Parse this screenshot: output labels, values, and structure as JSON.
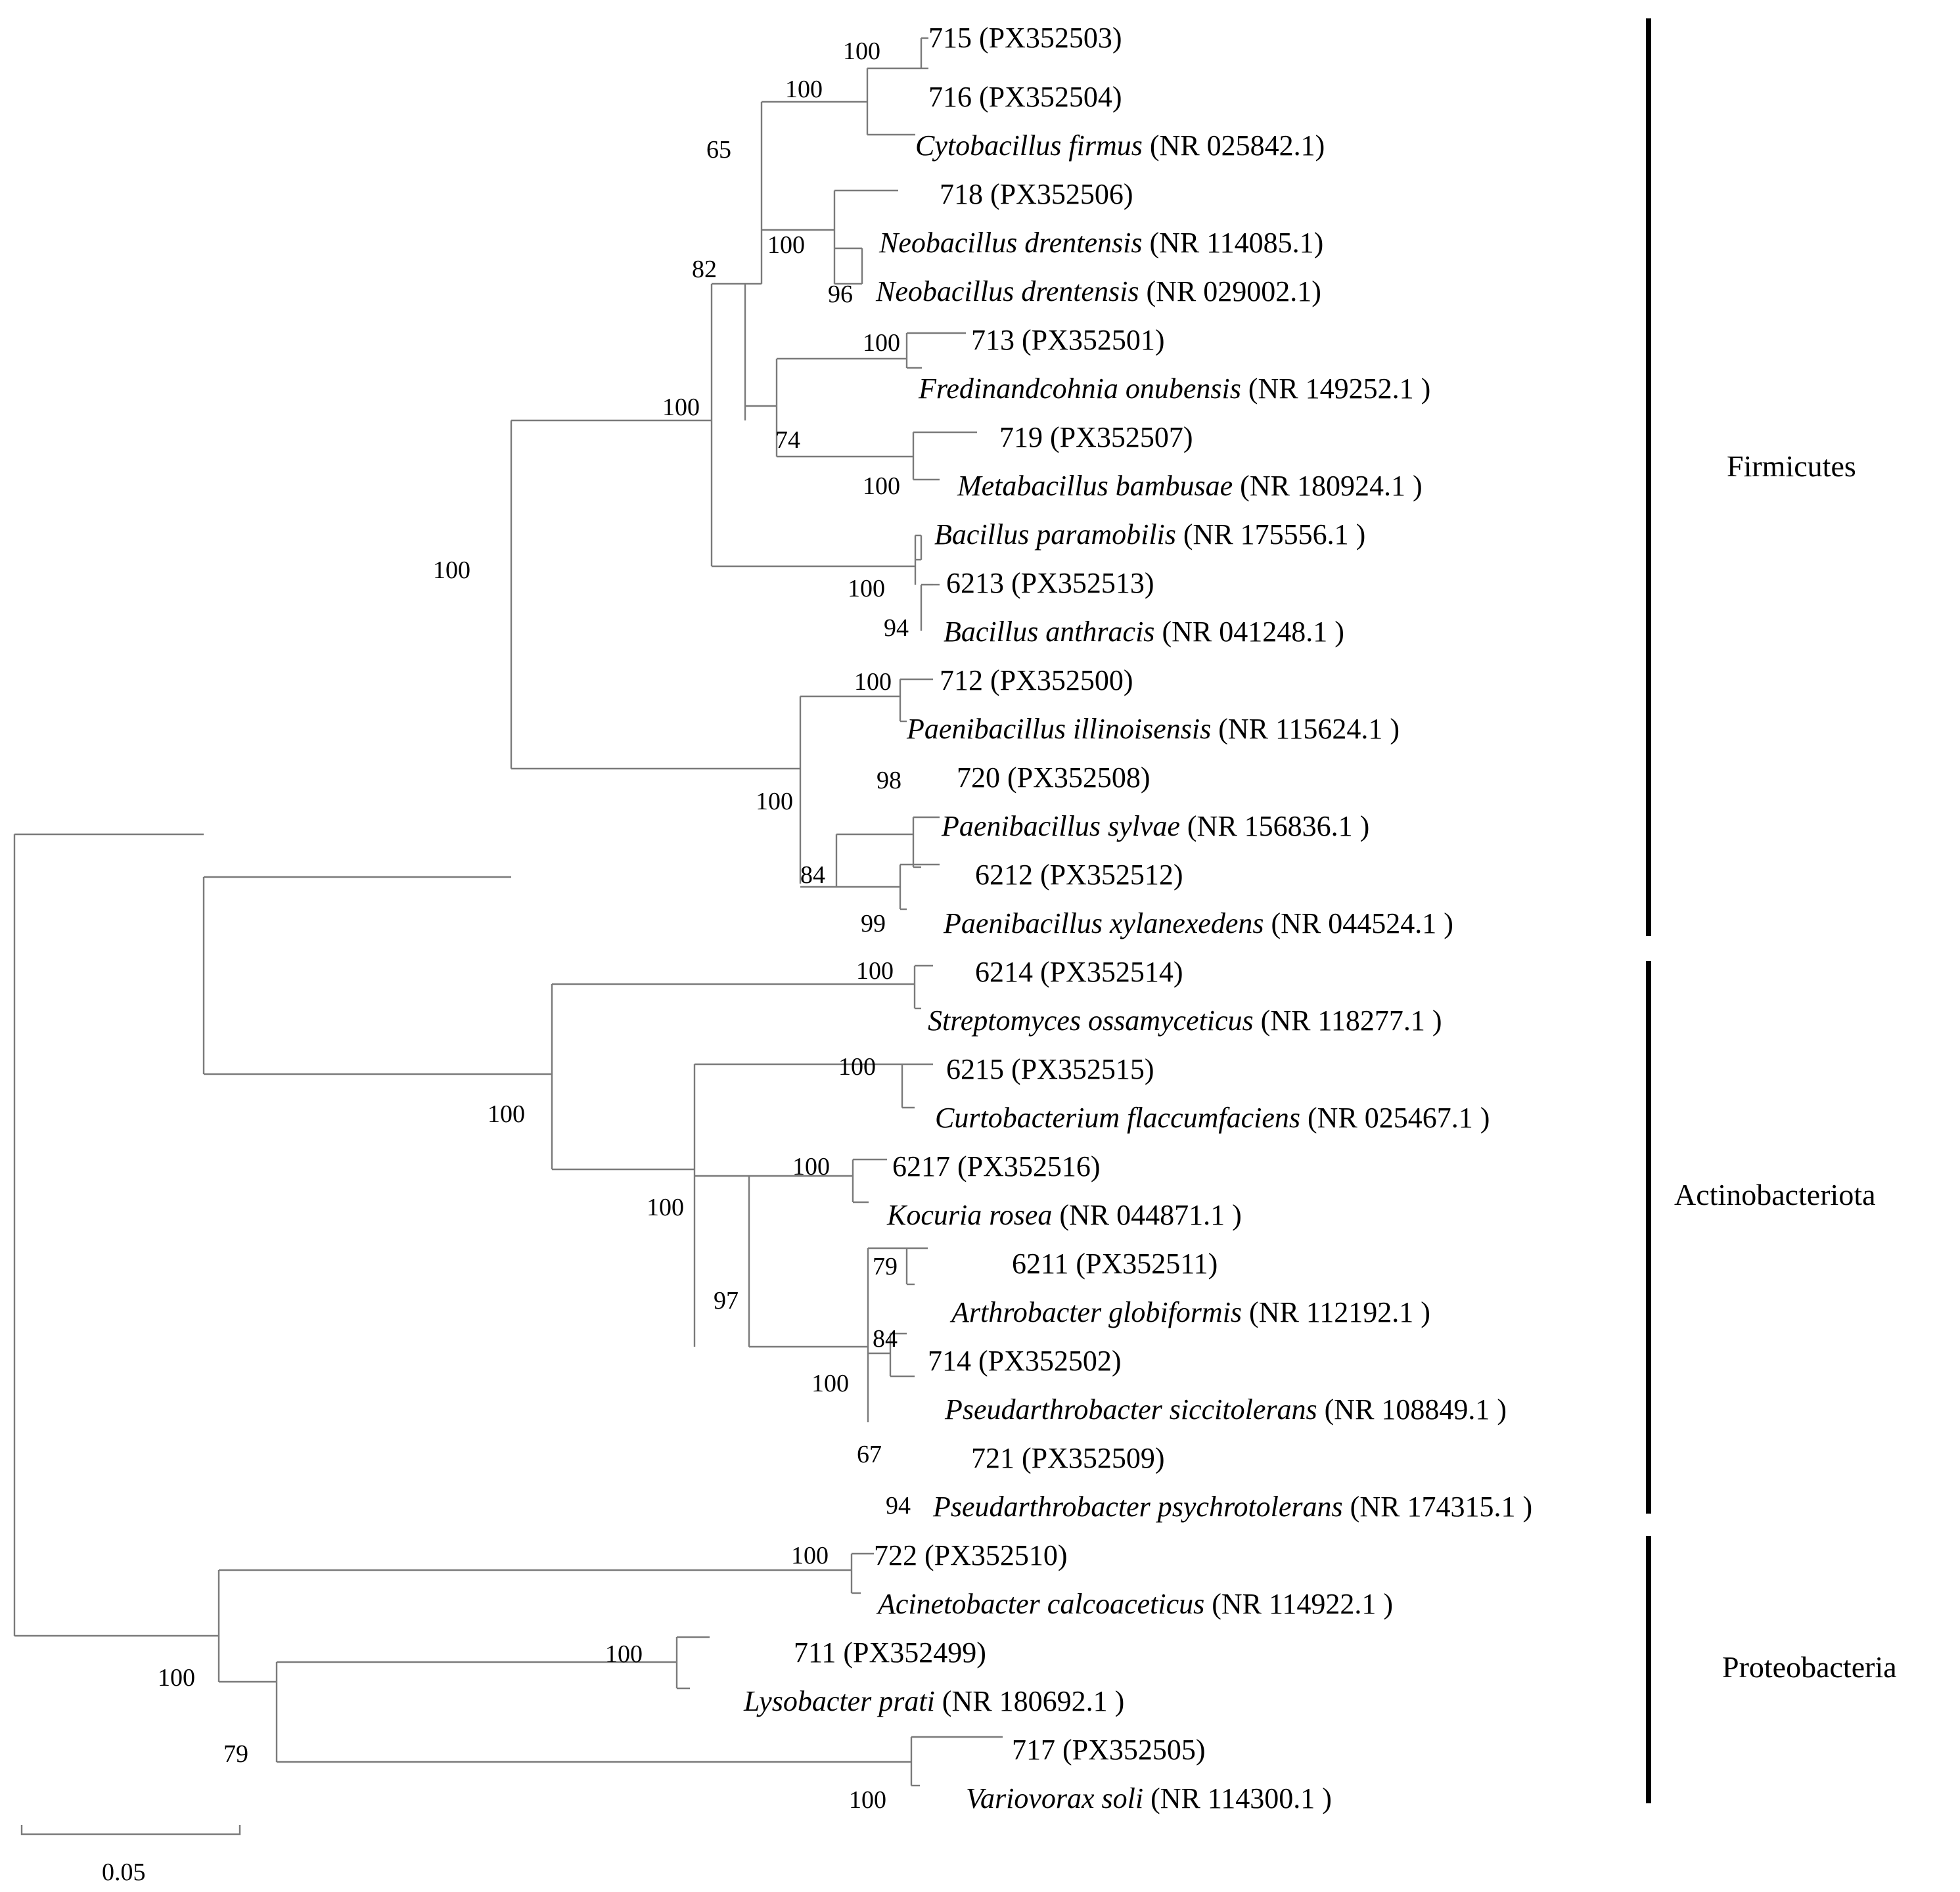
{
  "leaves": [
    {
      "id": "715",
      "name": "",
      "acc": "715 (PX352503)"
    },
    {
      "id": "716",
      "name": "",
      "acc": "716 (PX352504)"
    },
    {
      "id": "cfirmus",
      "name": "Cytobacillus firmus",
      "acc": " (NR 025842.1)"
    },
    {
      "id": "718",
      "name": "",
      "acc": "718 (PX352506)"
    },
    {
      "id": "ndren1",
      "name": "Neobacillus drentensis",
      "acc": " (NR 114085.1)"
    },
    {
      "id": "ndren2",
      "name": "Neobacillus drentensis",
      "acc": " (NR 029002.1)"
    },
    {
      "id": "713",
      "name": "",
      "acc": "713 (PX352501)"
    },
    {
      "id": "fonub",
      "name": "Fredinandcohnia onubensis",
      "acc": " (NR 149252.1 )"
    },
    {
      "id": "719",
      "name": "",
      "acc": "719 (PX352507)"
    },
    {
      "id": "mbamb",
      "name": "Metabacillus bambusae",
      "acc": " (NR 180924.1 )"
    },
    {
      "id": "bparam",
      "name": "Bacillus paramobilis",
      "acc": " (NR 175556.1 )"
    },
    {
      "id": "6213",
      "name": "",
      "acc": "6213 (PX352513)"
    },
    {
      "id": "banth",
      "name": "Bacillus anthracis",
      "acc": " (NR 041248.1 )"
    },
    {
      "id": "712",
      "name": "",
      "acc": "712 (PX352500)"
    },
    {
      "id": "pillin",
      "name": "Paenibacillus illinoisensis",
      "acc": " (NR 115624.1 )"
    },
    {
      "id": "720",
      "name": "",
      "acc": "720 (PX352508)"
    },
    {
      "id": "psylv",
      "name": "Paenibacillus sylvae",
      "acc": " (NR 156836.1 )"
    },
    {
      "id": "6212",
      "name": "",
      "acc": "6212 (PX352512)"
    },
    {
      "id": "pxyl",
      "name": "Paenibacillus xylanexedens",
      "acc": " (NR 044524.1 )"
    },
    {
      "id": "6214",
      "name": "",
      "acc": "6214 (PX352514)"
    },
    {
      "id": "sossa",
      "name": "Streptomyces ossamyceticus",
      "acc": " (NR 118277.1 )"
    },
    {
      "id": "6215",
      "name": "",
      "acc": "6215 (PX352515)"
    },
    {
      "id": "cflac",
      "name": "Curtobacterium flaccumfaciens",
      "acc": " (NR 025467.1 )"
    },
    {
      "id": "6217",
      "name": "",
      "acc": "6217 (PX352516)"
    },
    {
      "id": "krosea",
      "name": "Kocuria rosea",
      "acc": " (NR 044871.1 )"
    },
    {
      "id": "6211",
      "name": "",
      "acc": "6211 (PX352511)"
    },
    {
      "id": "aglob",
      "name": "Arthrobacter globiformis",
      "acc": " (NR 112192.1 )"
    },
    {
      "id": "714",
      "name": "",
      "acc": "714 (PX352502)"
    },
    {
      "id": "psicc",
      "name": "Pseudarthrobacter siccitolerans",
      "acc": " (NR 108849.1 )"
    },
    {
      "id": "721",
      "name": "",
      "acc": "721 (PX352509)"
    },
    {
      "id": "ppsych",
      "name": "Pseudarthrobacter psychrotolerans",
      "acc": " (NR 174315.1 )"
    },
    {
      "id": "722",
      "name": "",
      "acc": "722 (PX352510)"
    },
    {
      "id": "acalc",
      "name": "Acinetobacter calcoaceticus",
      "acc": " (NR 114922.1 )"
    },
    {
      "id": "711",
      "name": "",
      "acc": "711 (PX352499)"
    },
    {
      "id": "lprati",
      "name": "Lysobacter prati",
      "acc": " (NR 180692.1 )"
    },
    {
      "id": "717",
      "name": "",
      "acc": "717 (PX352505)"
    },
    {
      "id": "vsoli",
      "name": "Variovorax soli",
      "acc": " (NR 114300.1 )"
    }
  ],
  "bootstrap": [
    {
      "id": "b1",
      "value": "100"
    },
    {
      "id": "b2",
      "value": "100"
    },
    {
      "id": "b3",
      "value": "65"
    },
    {
      "id": "b4",
      "value": "100"
    },
    {
      "id": "b5",
      "value": "96"
    },
    {
      "id": "b6",
      "value": "82"
    },
    {
      "id": "b7",
      "value": "100"
    },
    {
      "id": "b8",
      "value": "100"
    },
    {
      "id": "b9",
      "value": "74"
    },
    {
      "id": "b10",
      "value": "100"
    },
    {
      "id": "b11",
      "value": "100"
    },
    {
      "id": "b12",
      "value": "100"
    },
    {
      "id": "b13",
      "value": "94"
    },
    {
      "id": "b14",
      "value": "100"
    },
    {
      "id": "b15",
      "value": "98"
    },
    {
      "id": "b16",
      "value": "100"
    },
    {
      "id": "b17",
      "value": "84"
    },
    {
      "id": "b18",
      "value": "99"
    },
    {
      "id": "b19",
      "value": "100"
    },
    {
      "id": "b20",
      "value": "100"
    },
    {
      "id": "b21",
      "value": "100"
    },
    {
      "id": "b22",
      "value": "100"
    },
    {
      "id": "b23",
      "value": "100"
    },
    {
      "id": "b24",
      "value": "97"
    },
    {
      "id": "b25",
      "value": "79"
    },
    {
      "id": "b26",
      "value": "84"
    },
    {
      "id": "b27",
      "value": "100"
    },
    {
      "id": "b28",
      "value": "67"
    },
    {
      "id": "b29",
      "value": "94"
    },
    {
      "id": "b30",
      "value": "100"
    },
    {
      "id": "b31",
      "value": "100"
    },
    {
      "id": "b32",
      "value": "100"
    },
    {
      "id": "b33",
      "value": "79"
    },
    {
      "id": "b34",
      "value": "100"
    }
  ],
  "clades": {
    "firmicutes": "Firmicutes",
    "actinobacteriota": "Actinobacteriota",
    "proteobacteria": "Proteobacteria"
  },
  "scale_label": "0.05"
}
